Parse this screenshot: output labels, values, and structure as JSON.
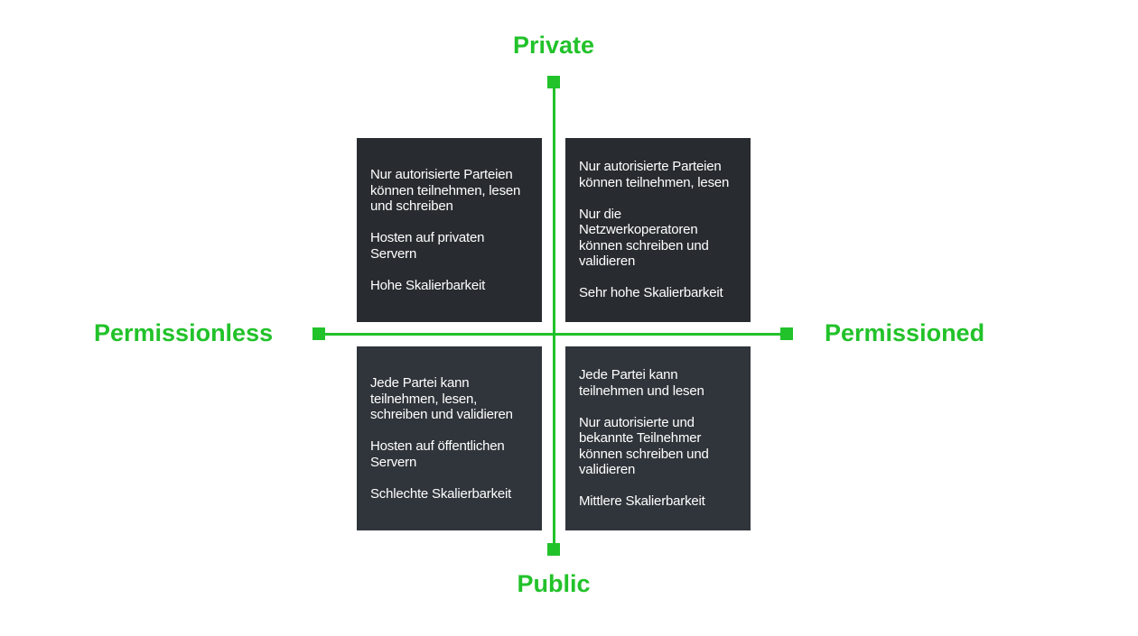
{
  "axes": {
    "top": "Private",
    "bottom": "Public",
    "left": "Permissionless",
    "right": "Permissioned"
  },
  "quadrants": {
    "top_left": [
      "Nur autorisierte Parteien können teilnehmen, lesen und schreiben",
      "Hosten auf privaten Servern",
      "Hohe Skalierbarkeit"
    ],
    "top_right": [
      "Nur autorisierte Parteien können teilnehmen, lesen",
      "Nur die Netzwerkoperatoren können schreiben und validieren",
      "Sehr hohe Skalierbarkeit"
    ],
    "bottom_left": [
      "Jede Partei kann teilnehmen, lesen, schreiben und validieren",
      "Hosten auf öffentlichen Servern",
      "Schlechte Skalierbarkeit"
    ],
    "bottom_right": [
      "Jede Partei kann teilnehmen und lesen",
      "Nur autorisierte und bekannte Teilnehmer können schreiben und validieren",
      "Mittlere Skalierbarkeit"
    ]
  },
  "colors": {
    "accent": "#22c22a",
    "box_top": "#282c30",
    "box_bottom": "#30353b",
    "text": "#ffffff"
  }
}
